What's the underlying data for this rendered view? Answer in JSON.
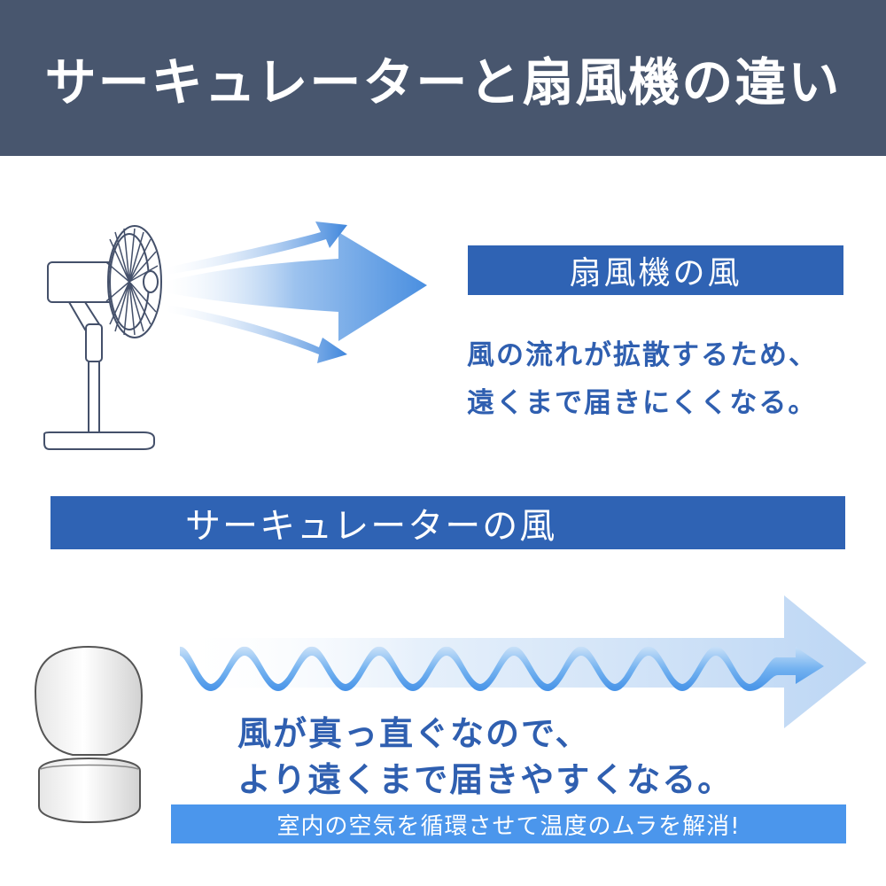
{
  "header": {
    "title": "サーキュレーターと扇風機の違い"
  },
  "fan": {
    "label": "扇風機の風",
    "desc_lines": [
      "風の流れが拡散するため、",
      "遠くまで届きにくくなる。"
    ]
  },
  "circulator": {
    "label": "サーキュレーターの風",
    "desc_lines": [
      "風が真っ直ぐなので、",
      "より遠くまで届きやすくなる。"
    ],
    "sub": "室内の空気を循環させて温度のムラを解消!"
  },
  "icons": [
    "electric-fan-icon",
    "circulator-icon",
    "spread-wind-arrows",
    "straight-wind-arrow"
  ],
  "colors": {
    "header_bg": "#48566e",
    "label_blue": "#2f63b4",
    "text_blue": "#2f5fb0",
    "sub_blue": "#4b96ec"
  }
}
